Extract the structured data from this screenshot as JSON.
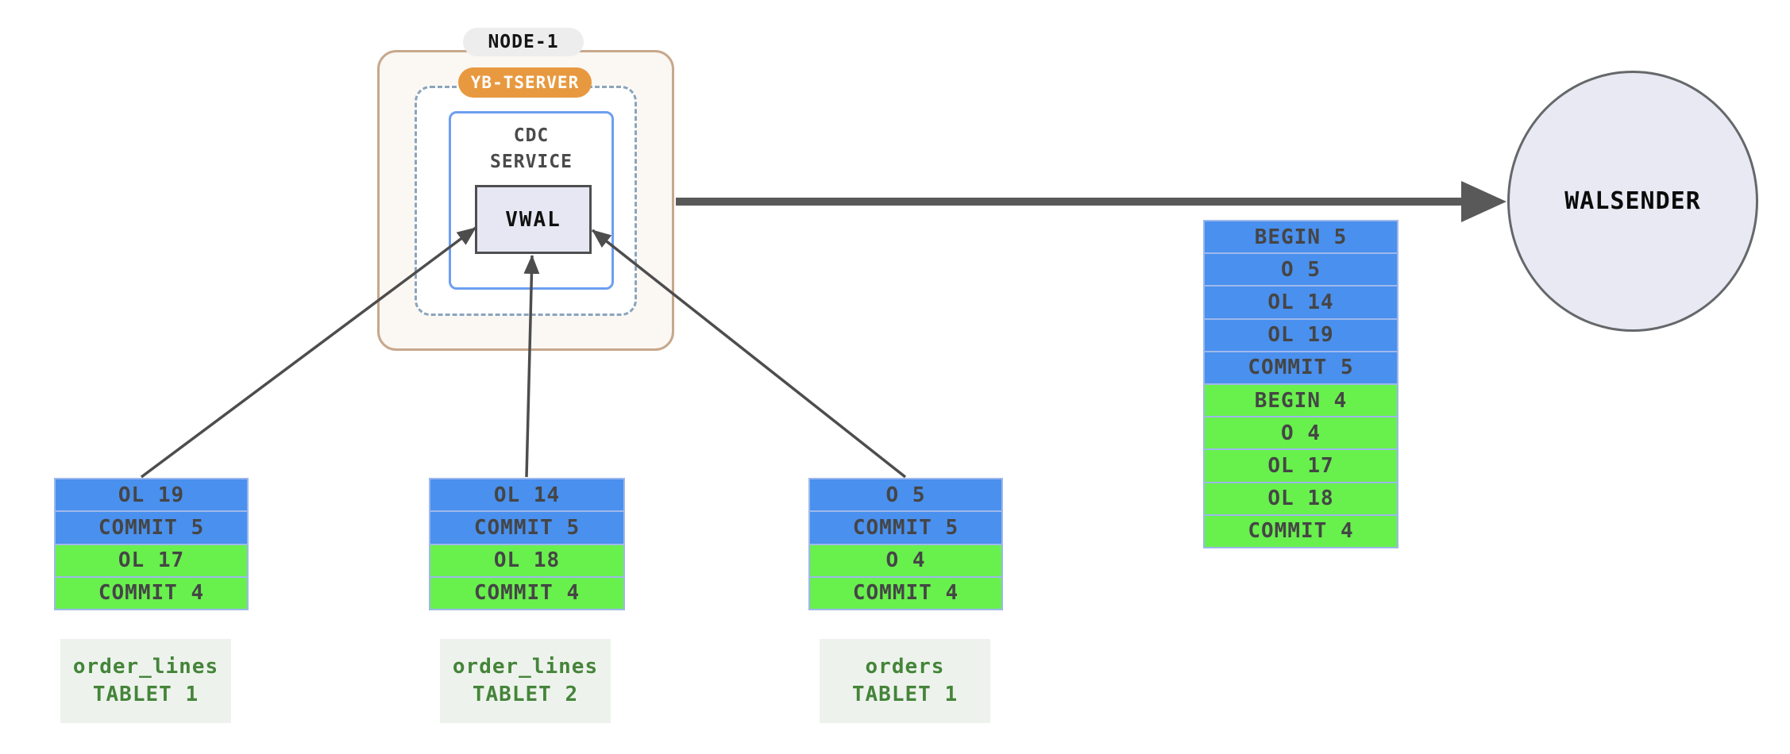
{
  "colors": {
    "nodeFill": "#fbf7f2",
    "nodeBorder": "#c7a88c",
    "chipGray": "#ededee",
    "orange": "#e8993f",
    "dashedBorder": "#8ba4bc",
    "cdcBorder": "#6d9ff0",
    "vwalFill": "#e7e7f3",
    "circleFill": "#e9e9f4",
    "blue": "#4a90ee",
    "green": "#68f04d",
    "cellBorder": "#9eb8ec",
    "cellText": "#454545",
    "plateFill": "#edf3ec",
    "plateText": "#45843a",
    "arrow": "#4d4d4d",
    "thickArrow": "#595959"
  },
  "node1": {
    "title": "NODE-1",
    "tserver_badge": "YB-TSERVER",
    "cdc_service_title": "CDC\nSERVICE",
    "vwal_label": "VWAL"
  },
  "walsender": {
    "label": "WALSENDER"
  },
  "stream_queue": {
    "rows": [
      {
        "text": "BEGIN 5",
        "type": "blue"
      },
      {
        "text": "O 5",
        "type": "blue"
      },
      {
        "text": "OL 14",
        "type": "blue"
      },
      {
        "text": "OL 19",
        "type": "blue"
      },
      {
        "text": "COMMIT 5",
        "type": "blue"
      },
      {
        "text": "BEGIN 4",
        "type": "green"
      },
      {
        "text": "O 4",
        "type": "green"
      },
      {
        "text": "OL 17",
        "type": "green"
      },
      {
        "text": "OL 18",
        "type": "green"
      },
      {
        "text": "COMMIT 4",
        "type": "green"
      }
    ]
  },
  "tablets": [
    {
      "name": "order_lines",
      "tablet": "TABLET 1",
      "rows": [
        {
          "text": "OL 19",
          "type": "blue"
        },
        {
          "text": "COMMIT 5",
          "type": "blue"
        },
        {
          "text": "OL 17",
          "type": "green"
        },
        {
          "text": "COMMIT 4",
          "type": "green"
        }
      ]
    },
    {
      "name": "order_lines",
      "tablet": "TABLET 2",
      "rows": [
        {
          "text": "OL 14",
          "type": "blue"
        },
        {
          "text": "COMMIT 5",
          "type": "blue"
        },
        {
          "text": "OL 18",
          "type": "green"
        },
        {
          "text": "COMMIT 4",
          "type": "green"
        }
      ]
    },
    {
      "name": "orders",
      "tablet": "TABLET 1",
      "rows": [
        {
          "text": "O 5",
          "type": "blue"
        },
        {
          "text": "COMMIT 5",
          "type": "blue"
        },
        {
          "text": "O 4",
          "type": "green"
        },
        {
          "text": "COMMIT 4",
          "type": "green"
        }
      ]
    }
  ]
}
